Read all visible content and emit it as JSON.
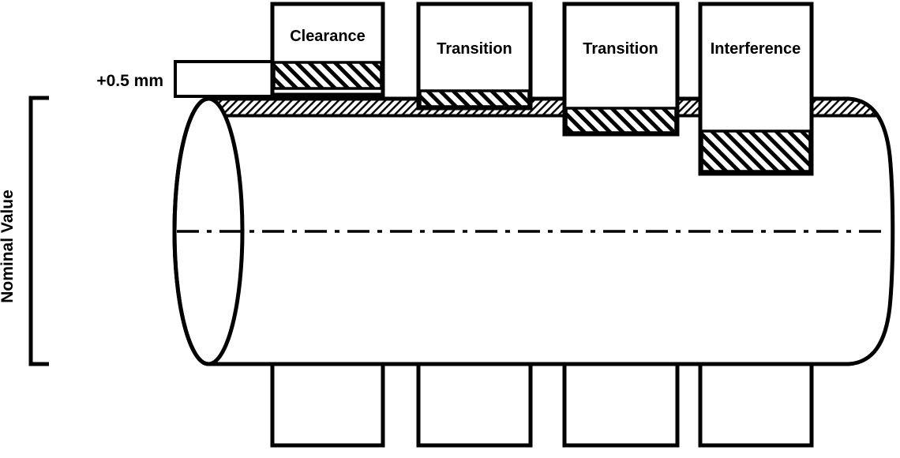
{
  "diagram": {
    "kind": "engineering-fit-tolerance-diagram",
    "tolerance_label": "+0.5 mm",
    "dimension_label": "Nominal Value",
    "fits": [
      {
        "label": "Clearance"
      },
      {
        "label": "Transition"
      },
      {
        "label": "Transition"
      },
      {
        "label": "Interference"
      }
    ],
    "colors": {
      "ink": "#000000",
      "paper": "#ffffff"
    }
  }
}
